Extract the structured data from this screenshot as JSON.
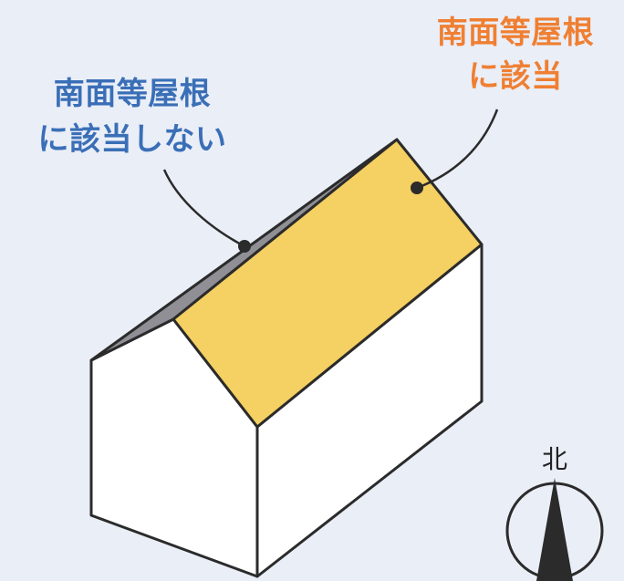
{
  "labels": {
    "not_south_roof": {
      "line1": "南面等屋根",
      "line2": "に該当しない",
      "color": "#3a6fb7"
    },
    "south_roof": {
      "line1": "南面等屋根",
      "line2": "に該当",
      "color": "#ef7f32"
    }
  },
  "compass": {
    "label": "北"
  },
  "colors": {
    "background": "#eaeef7",
    "roof_south": "#f5d062",
    "roof_north": "#8f8f95",
    "wall": "#ffffff",
    "outline": "#2b2b2b"
  }
}
